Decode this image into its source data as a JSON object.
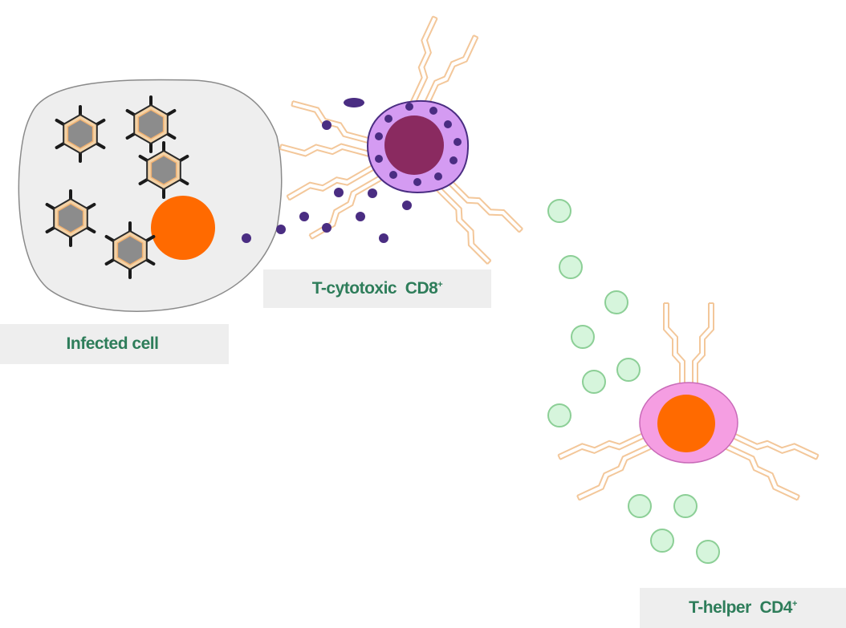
{
  "labels": {
    "infected_cell": "Infected cell",
    "t_cytotoxic": "T-cytotoxic  CD8",
    "t_cytotoxic_sup": "+",
    "t_helper": "T-helper  CD4",
    "t_helper_sup": "+"
  },
  "colors": {
    "label_text": "#2e7d5a",
    "label_bg": "#eeeeee",
    "infected_cell_fill": "#eeeeee",
    "infected_cell_stroke": "#8a8a8a",
    "nucleus_orange": "#ff6a00",
    "virus_gray": "#8c8c8c",
    "virus_stroke": "#f0b070",
    "receptor_stroke": "#f3c79a",
    "cd8_cytoplasm": "#d49bf2",
    "cd8_nucleus": "#8a2a60",
    "granule_purple": "#4a2d82",
    "cd4_cytoplasm": "#f59ee2",
    "cytokine_fill": "#d6f5dc",
    "cytokine_stroke": "#8ccf96"
  },
  "icons": {
    "virus": "hexagonal-virus-capsid-icon",
    "receptor": "forked-t-cell-receptor-icon",
    "granule": "cytotoxic-granule-dot",
    "cytokine": "cytokine-circle"
  }
}
